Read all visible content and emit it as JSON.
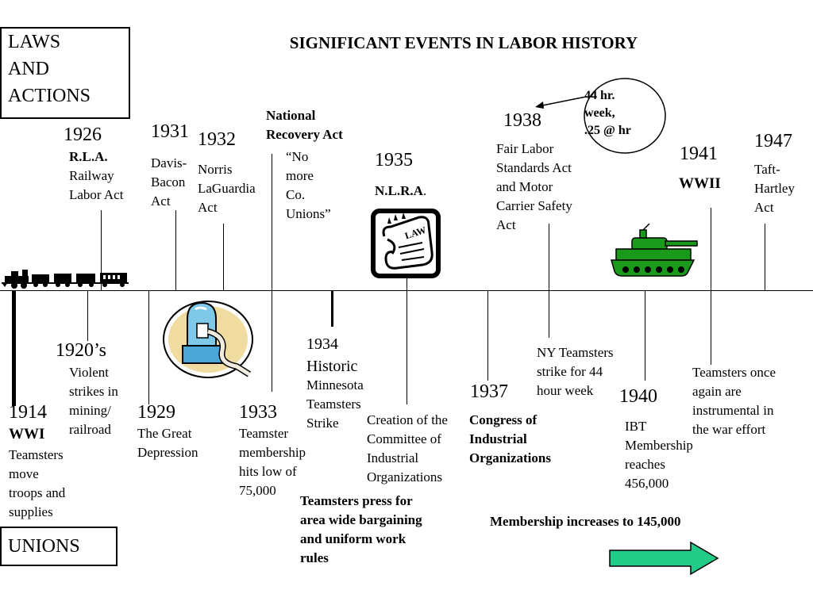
{
  "title": "SIGNIFICANT EVENTS IN LABOR HISTORY",
  "section_labels": {
    "laws": "LAWS\nAND\nACTIONS",
    "unions": "UNIONS"
  },
  "callout": "44 hr.\nweek,\n.25 @ hr",
  "laws": [
    {
      "year": "1926",
      "abbr": "R.L.A.",
      "desc": "Railway\nLabor Act"
    },
    {
      "year": "1931",
      "desc": "Davis-\nBacon\nAct"
    },
    {
      "year": "1932",
      "desc": "Norris\nLaGuardia\nAct"
    },
    {
      "heading": "National\nRecovery Act",
      "quote": "“No\nmore\nCo.\nUnions”"
    },
    {
      "year": "1935",
      "abbr": "N.L.R.A",
      "punct": "."
    },
    {
      "year": "1938",
      "desc": "Fair Labor\nStandards Act\nand Motor\nCarrier Safety\nAct"
    },
    {
      "year": "1941",
      "abbr": "WWII"
    },
    {
      "year": "1947",
      "desc": "Taft-\nHartley\nAct"
    }
  ],
  "unions": [
    {
      "year": "1914",
      "abbr": "WWI",
      "desc": "Teamsters\nmove\ntroops and\nsupplies"
    },
    {
      "year": "1920’s",
      "desc": "Violent\nstrikes in\nmining/\nrailroad"
    },
    {
      "year": "1929",
      "desc": "The Great\nDepression"
    },
    {
      "year": "1933",
      "desc": "Teamster\nmembership\nhits low of\n75,000"
    },
    {
      "year": "1934\nHistoric",
      "desc": "Minnesota\nTeamsters\nStrike"
    },
    {
      "desc": "Creation of the\nCommittee of\nIndustrial\nOrganizations"
    },
    {
      "year": "1937",
      "abbr": "Congress of\nIndustrial\nOrganizations"
    },
    {
      "desc": "NY Teamsters\nstrike for 44\nhour week"
    },
    {
      "year": "1940",
      "desc": "IBT\nMembership\nreaches\n456,000"
    },
    {
      "desc": "Teamsters once\nagain are\ninstrumental in\nthe war effort"
    }
  ],
  "notes": {
    "bargaining": "Teamsters press for\narea wide bargaining\nand uniform work\nrules",
    "membership": "Membership increases to 145,000"
  },
  "icons": {
    "train": "train-icon",
    "law_scroll": "law-scroll-icon",
    "tank": "tank-icon",
    "stock_ticker": "stock-ticker-icon",
    "arrow": "arrow-right-icon"
  },
  "colors": {
    "tank": "#1a9a1a",
    "arrow": "#22cc88",
    "ticker_bowl": "#7ec8e8"
  }
}
